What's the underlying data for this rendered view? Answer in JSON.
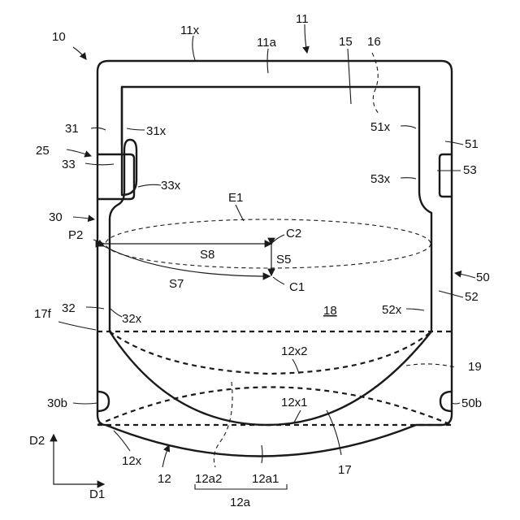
{
  "labels": {
    "l10": "10",
    "l11": "11",
    "l11x": "11x",
    "l11a": "11a",
    "l15": "15",
    "l16": "16",
    "l31": "31",
    "l31x": "31x",
    "l25": "25",
    "l33": "33",
    "l33x": "33x",
    "l51x": "51x",
    "l51": "51",
    "l53x": "53x",
    "l53": "53",
    "lE1": "E1",
    "l30": "30",
    "lP2": "P2",
    "lC2": "C2",
    "lS8": "S8",
    "lS5": "S5",
    "lS7": "S7",
    "lC1": "C1",
    "l50": "50",
    "l32": "32",
    "l32x": "32x",
    "l18": "18",
    "l52x": "52x",
    "l52": "52",
    "l17f": "17f",
    "l12x2": "12x2",
    "l19": "19",
    "l30b": "30b",
    "l12x1": "12x1",
    "l50b": "50b",
    "l12x": "12x",
    "l17": "17",
    "l12": "12",
    "l12a2": "12a2",
    "l12a1": "12a1",
    "l12a": "12a",
    "lD2": "D2",
    "lD1": "D1"
  },
  "colors": {
    "ink": "#1a1a1a",
    "background": "#ffffff"
  }
}
